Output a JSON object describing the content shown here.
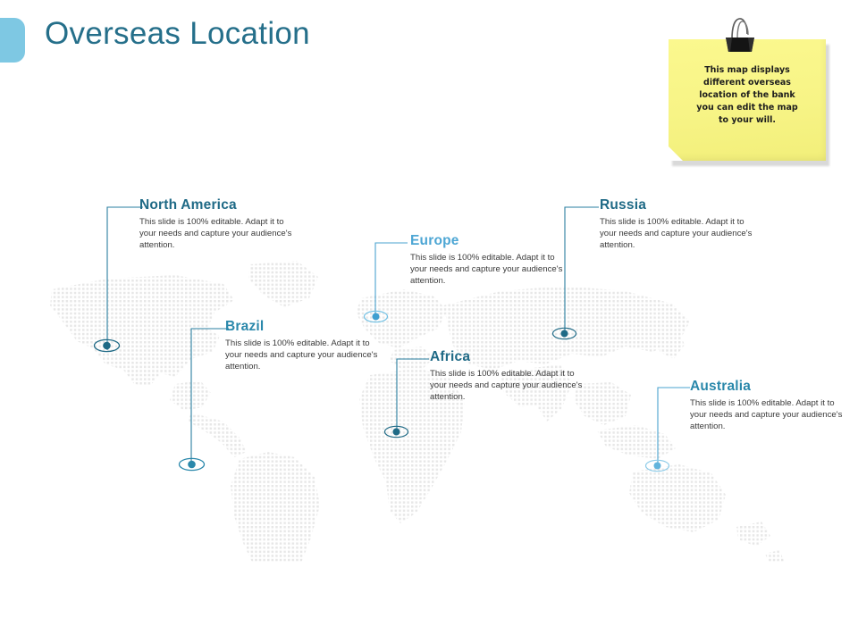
{
  "slide": {
    "title": "Overseas Location",
    "title_color": "#256f8a",
    "accent_bar_color": "#7ec8e3",
    "background_color": "#ffffff"
  },
  "sticky_note": {
    "text": "This map displays different overseas location of the bank you can edit the map to your will.",
    "lines": [
      "This map displays",
      "different overseas",
      "location of the bank",
      "you can edit the map",
      "to your will."
    ],
    "paper_color": "#f7f486",
    "clip_color": "#111111",
    "clip_icon": "binder-clip-icon"
  },
  "map": {
    "icon": "world-map-dotted",
    "dot_color": "#e8e8e8",
    "marker_icon": "eye-location-pin-icon"
  },
  "body_text": "This slide is 100% editable. Adapt it to your needs and capture your audience's attention.",
  "locations": [
    {
      "id": "north-america",
      "title": "North America",
      "body": "This slide is 100% editable. Adapt it to your needs and capture your audience's attention.",
      "color": "#1f6a86",
      "marker_color": "#1f6a86"
    },
    {
      "id": "europe",
      "title": "Europe",
      "body": "This slide is 100% editable. Adapt it to your needs and capture your audience's attention.",
      "color": "#4da6d4",
      "marker_color": "#4da6d4"
    },
    {
      "id": "russia",
      "title": "Russia",
      "body": "This slide is 100% editable. Adapt it to your needs and capture your audience's attention.",
      "color": "#1f6a86",
      "marker_color": "#1f6a86"
    },
    {
      "id": "brazil",
      "title": "Brazil",
      "body": "This slide is 100% editable. Adapt it to your needs and capture your audience's attention.",
      "color": "#2a88ab",
      "marker_color": "#2a88ab"
    },
    {
      "id": "africa",
      "title": "Africa",
      "body": "This slide is 100% editable. Adapt it to your needs and capture your audience's attention.",
      "color": "#1f6a86",
      "marker_color": "#1f6a86"
    },
    {
      "id": "australia",
      "title": "Australia",
      "body": "This slide is 100% editable. Adapt it to your needs and capture your audience's attention.",
      "color": "#2a88ab",
      "marker_color": "#62b4dc"
    }
  ]
}
